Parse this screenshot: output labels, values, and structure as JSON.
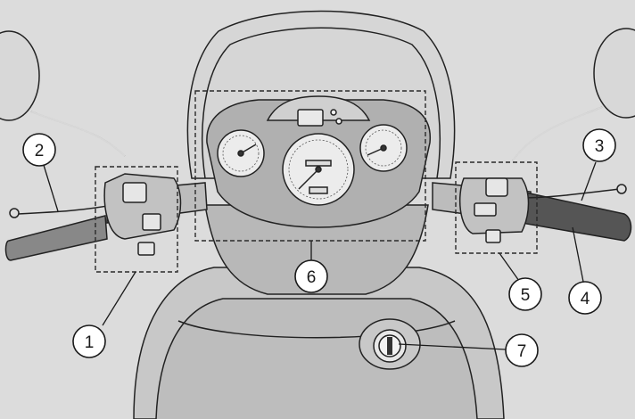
{
  "colors": {
    "background": "#dcdcdc",
    "body": "#c4c4c4",
    "body_dark": "#a8a8a8",
    "outline": "#1f1f1f",
    "grip": "#555555",
    "gauge_face": "#ececec"
  },
  "callouts": [
    {
      "id": "1",
      "label": "1"
    },
    {
      "id": "2",
      "label": "2"
    },
    {
      "id": "3",
      "label": "3"
    },
    {
      "id": "4",
      "label": "4"
    },
    {
      "id": "5",
      "label": "5"
    },
    {
      "id": "6",
      "label": "6"
    },
    {
      "id": "7",
      "label": "7"
    }
  ]
}
